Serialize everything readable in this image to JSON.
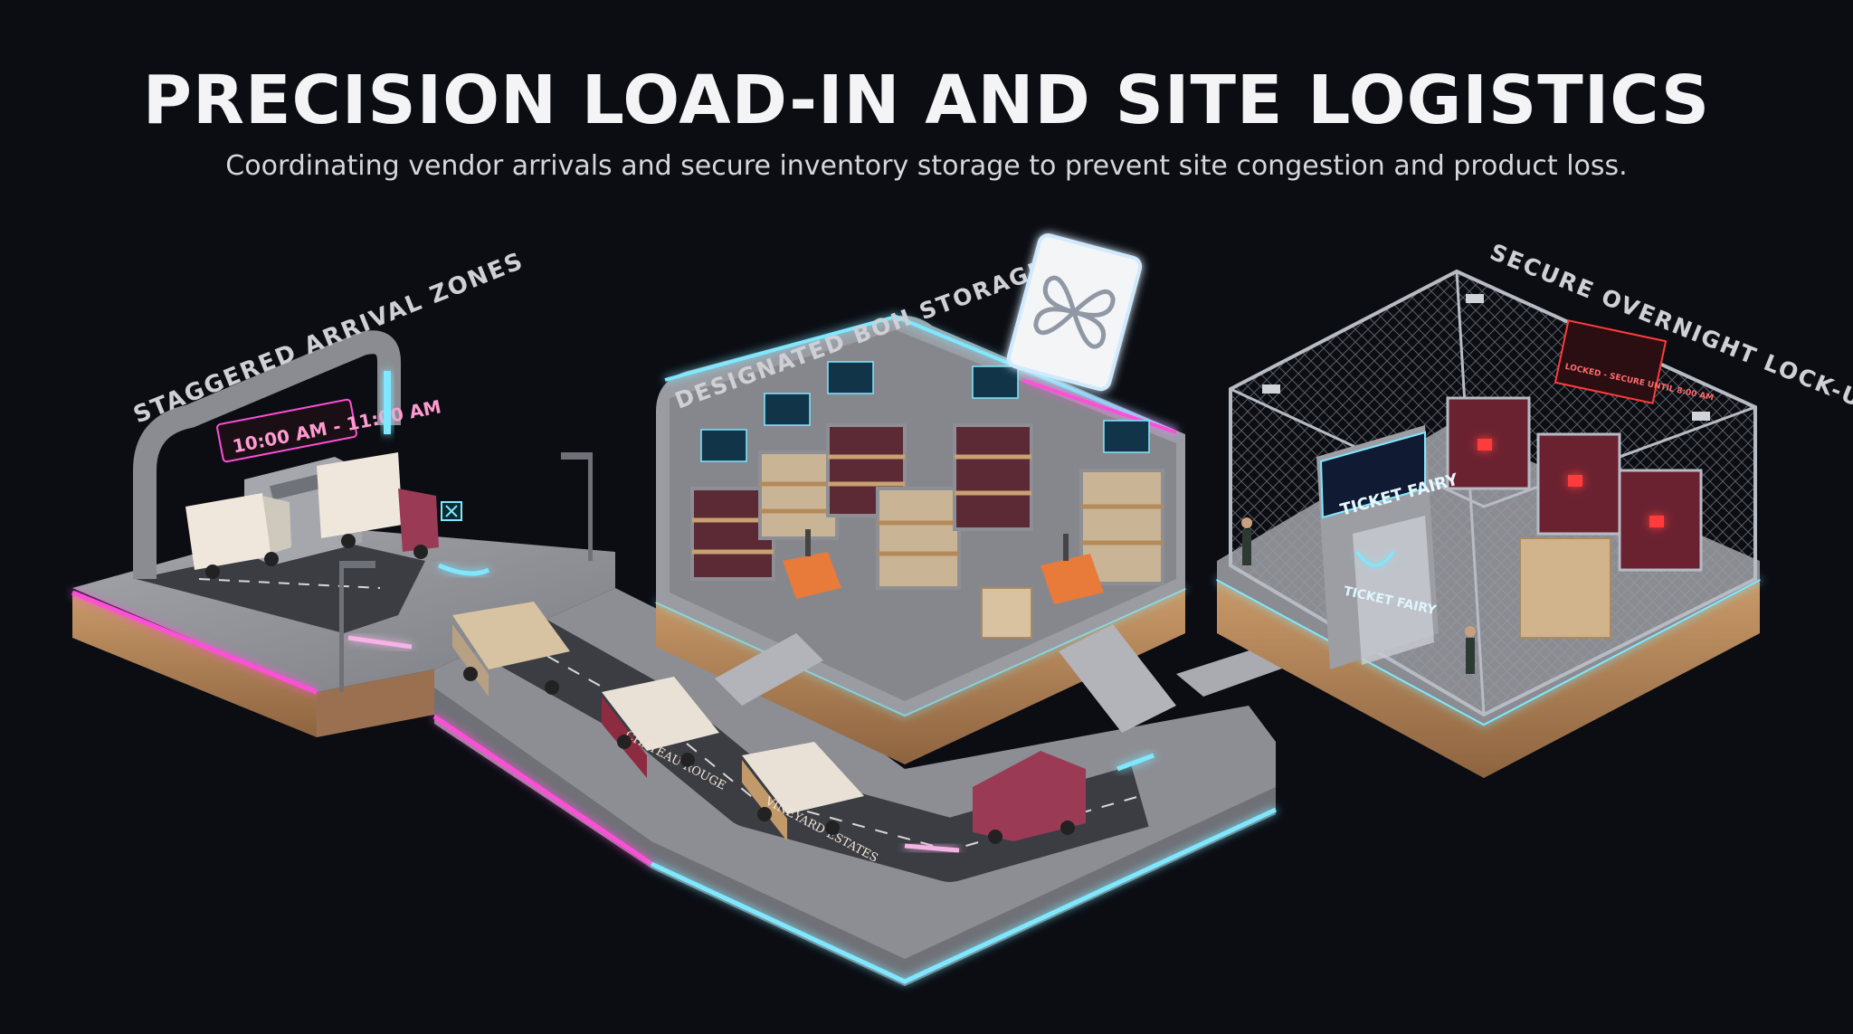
{
  "header": {
    "title": "PRECISION LOAD-IN AND SITE LOGISTICS",
    "subtitle": "Coordinating vendor arrivals and secure inventory storage to prevent site congestion and product loss."
  },
  "zones": {
    "arrival": {
      "label": "STAGGERED ARRIVAL ZONES",
      "time_window": "10:00 AM - 11:00 AM"
    },
    "storage": {
      "label": "DESIGNATED BOH STORAGE"
    },
    "lockup": {
      "label": "SECURE OVERNIGHT LOCK-UP",
      "status_sign": "LOCKED - SECURE UNTIL 8:00 AM"
    }
  },
  "branding": {
    "name": "TICKET FAIRY",
    "gate_name": "TICKET FAIRY"
  },
  "vendors": [
    "CHATEAU ROUGE",
    "VINEYARD ESTATES"
  ],
  "colors": {
    "background": "#0b0d13",
    "neon_pink": "#ff4fd8",
    "neon_cyan": "#7fe8ff",
    "lock_red": "#ff3b3b",
    "platform": "#8e9096",
    "wood": "#b98a5c"
  }
}
